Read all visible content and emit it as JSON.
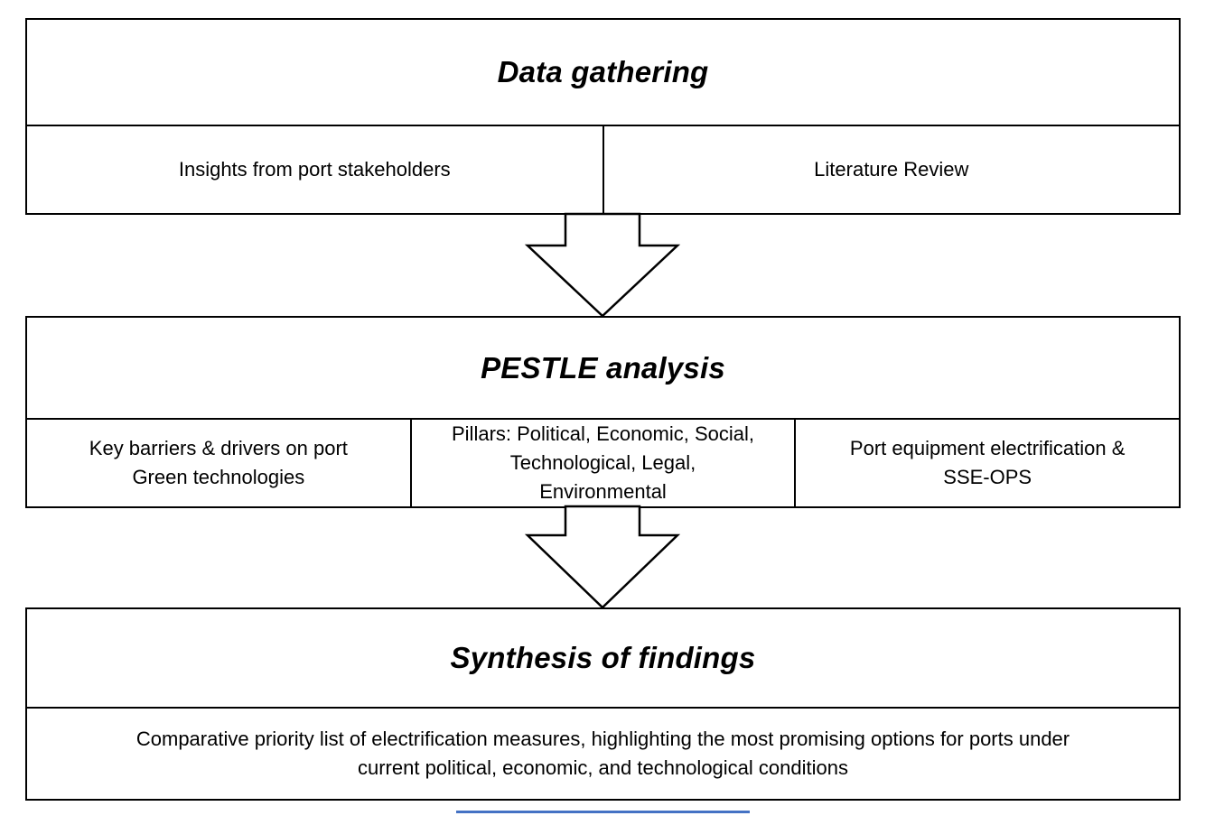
{
  "diagram": {
    "blocks": [
      {
        "title": "Data gathering",
        "cells": [
          "Insights from port stakeholders",
          "Literature Review"
        ]
      },
      {
        "title": "PESTLE analysis",
        "cells": [
          "Key barriers & drivers on port\nGreen technologies",
          "Pillars: Political, Economic, Social,\nTechnological, Legal,\nEnvironmental",
          "Port equipment electrification &\nSSE-OPS"
        ]
      },
      {
        "title": "Synthesis of findings",
        "cells": [
          "Comparative priority list of electrification measures, highlighting the most promising options for ports under\ncurrent political, economic, and technological conditions"
        ]
      }
    ],
    "connectors": [
      "down-arrow",
      "down-arrow"
    ]
  },
  "colors": {
    "background": "#ffffff",
    "border": "#000000",
    "text": "#000000",
    "accent_line": "#4472c4"
  }
}
